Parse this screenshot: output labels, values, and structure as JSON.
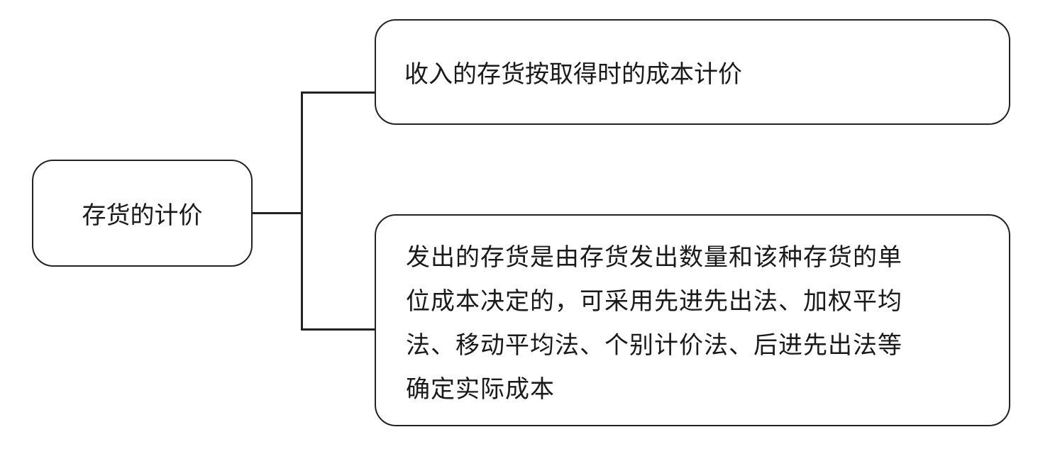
{
  "root": {
    "label": "存货的计价"
  },
  "branches": [
    {
      "label": "收入的存货按取得时的成本计价"
    },
    {
      "lines": [
        "发出的存货是由存货发出数量和该种存货的单",
        "位成本决定的，可采用先进先出法、加权平均",
        "法、移动平均法、个别计价法、后进先出法等",
        "确定实际成本"
      ]
    }
  ]
}
